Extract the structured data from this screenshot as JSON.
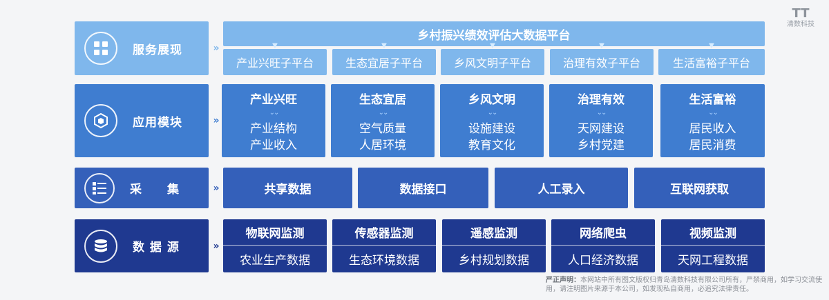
{
  "logo": {
    "mark": "TT",
    "name": "清数科技"
  },
  "rows": {
    "service": {
      "label": "服务展现",
      "icon": "grid-icon",
      "platform": "乡村振兴绩效评估大数据平台",
      "subs": [
        "产业兴旺子平台",
        "生态宜居子平台",
        "乡风文明子平台",
        "治理有效子平台",
        "生活富裕子平台"
      ]
    },
    "app": {
      "label": "应用模块",
      "icon": "cube-icon",
      "modules": [
        {
          "title": "产业兴旺",
          "lines": [
            "产业结构",
            "产业收入"
          ]
        },
        {
          "title": "生态宜居",
          "lines": [
            "空气质量",
            "人居环境"
          ]
        },
        {
          "title": "乡风文明",
          "lines": [
            "设施建设",
            "教育文化"
          ]
        },
        {
          "title": "治理有效",
          "lines": [
            "天网建设",
            "乡村党建"
          ]
        },
        {
          "title": "生活富裕",
          "lines": [
            "居民收入",
            "居民消费"
          ]
        }
      ]
    },
    "collect": {
      "label": "采　　集",
      "icon": "list-icon",
      "items": [
        "共享数据",
        "数据接口",
        "人工录入",
        "互联网获取"
      ]
    },
    "source": {
      "label": "数 据 源",
      "icon": "database-icon",
      "items": [
        {
          "title": "物联网监测",
          "data": "农业生产数据"
        },
        {
          "title": "传感器监测",
          "data": "生态环境数据"
        },
        {
          "title": "遥感监测",
          "data": "乡村规划数据"
        },
        {
          "title": "网络爬虫",
          "data": "人口经济数据"
        },
        {
          "title": "视频监测",
          "data": "天网工程数据"
        }
      ]
    }
  },
  "notice": {
    "head": "严正声明：",
    "text": "本网站中所有图文版权归青岛清数科技有限公司所有，严禁商用，如学习交流使用，请注明图片来源于本公司，如发现私自商用，必追究法律责任。"
  },
  "colors": {
    "row1": "#7fb7ec",
    "row2": "#3f7dd0",
    "row3": "#3460ba",
    "row4": "#1f3990"
  }
}
